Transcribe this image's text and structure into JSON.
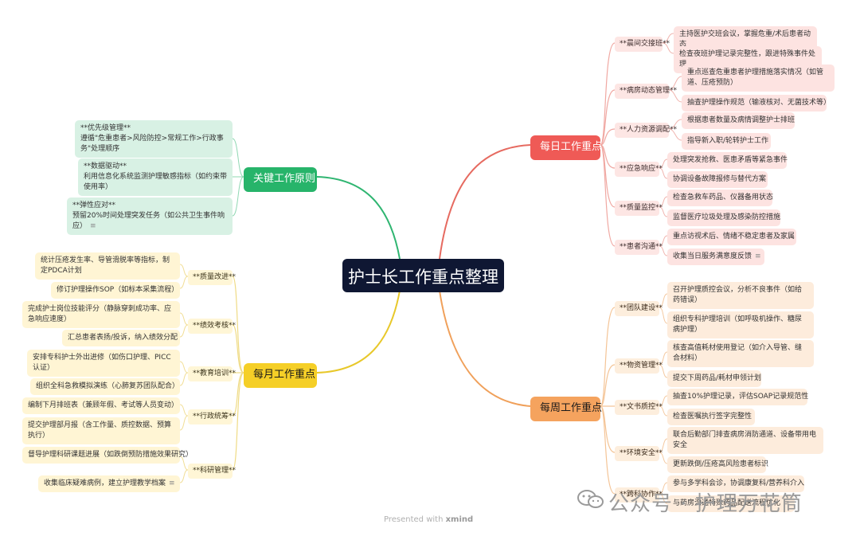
{
  "root": {
    "title": "护士长工作重点整理"
  },
  "branches": {
    "daily": {
      "label": "每日工作重点",
      "subs": [
        {
          "label": "**晨间交接班**",
          "items": [
            "主持医护交班会议，掌握危重/术后患者动态",
            "检查夜班护理记录完整性，跟进特殊事件处理"
          ]
        },
        {
          "label": "**病房动态管理**",
          "items": [
            "重点巡查危重患者护理措施落实情况（如管道、压疮预防）",
            "抽查护理操作规范（输液核对、无菌技术等）"
          ]
        },
        {
          "label": "**人力资源调配**",
          "items": [
            "根据患者数量及病情调整护士排班",
            "指导新入职/轮转护士工作"
          ]
        },
        {
          "label": "**应急响应**",
          "items": [
            "处理突发抢救、医患矛盾等紧急事件",
            "协调设备故障报修与替代方案"
          ]
        },
        {
          "label": "**质量监控**",
          "items": [
            "检查急救车药品、仪器备用状态",
            "监督医疗垃圾处理及感染防控措施"
          ]
        },
        {
          "label": "**患者沟通**",
          "items": [
            "重点访视术后、情绪不稳定患者及家属",
            "收集当日服务满意度反馈"
          ]
        }
      ]
    },
    "weekly": {
      "label": "每周工作重点",
      "subs": [
        {
          "label": "**团队建设**",
          "items": [
            "召开护理质控会议，分析不良事件（如给药错误）",
            "组织专科护理培训（如呼吸机操作、糖尿病护理）"
          ]
        },
        {
          "label": "**物资管理**",
          "items": [
            "核查高值耗材使用登记（如介入导管、缝合材料）",
            "提交下周药品/耗材申领计划"
          ]
        },
        {
          "label": "**文书质控**",
          "items": [
            "抽查10%护理记录，评估SOAP记录规范性",
            "检查医嘱执行签字完整性"
          ]
        },
        {
          "label": "**环境安全**",
          "items": [
            "联合后勤部门排查病房消防通道、设备带用电安全",
            "更新跌倒/压疮高风险患者标识"
          ]
        },
        {
          "label": "**跨科协作**",
          "items": [
            "参与多学科会诊，协调康复科/营养科介入",
            "与药房沟通特殊药品配送流程优化"
          ]
        }
      ]
    },
    "principles": {
      "label": "关键工作原则",
      "items": [
        "**优先级管理**\n遵循\"危重患者>风险防控>常规工作>行政事务\"处理顺序",
        "**数据驱动**\n利用信息化系统监测护理敏感指标（如约束带使用率）",
        "**弹性应对**\n预留20%时间处理突发任务（如公共卫生事件响应）"
      ]
    },
    "monthly": {
      "label": "每月工作重点",
      "subs": [
        {
          "label": "**质量改进**",
          "items": [
            "统计压疮发生率、导管滑脱率等指标，制定PDCA计划",
            "修订护理操作SOP（如标本采集流程）"
          ]
        },
        {
          "label": "**绩效考核**",
          "items": [
            "完成护士岗位技能评分（静脉穿刺成功率、应急响应速度）",
            "汇总患者表扬/投诉，纳入绩效分配"
          ]
        },
        {
          "label": "**教育培训**",
          "items": [
            "安排专科护士外出进修（如伤口护理、PICC认证）",
            "组织全科急救模拟演练（心肺复苏团队配合）"
          ]
        },
        {
          "label": "**行政统筹**",
          "items": [
            "编制下月排班表（兼顾年假、考试等人员变动）",
            "提交护理部月报（含工作量、质控数据、预算执行）"
          ]
        },
        {
          "label": "**科研管理**",
          "items": [
            "督导护理科研课题进展（如跌倒预防措施效果研究）",
            "收集临床疑难病例，建立护理教学档案"
          ]
        }
      ]
    }
  },
  "footer": {
    "presented_prefix": "Presented with ",
    "presented_brand": "xmind"
  },
  "watermark": {
    "text": "公众号 · 护理万花筒"
  },
  "icons": {
    "note": "notes-icon",
    "wechat": "wechat-icon"
  },
  "colors": {
    "root": "#0f1733",
    "daily": "#ef5a56",
    "weekly": "#f5a35e",
    "principles": "#27b46a",
    "monthly": "#f5cf27"
  }
}
